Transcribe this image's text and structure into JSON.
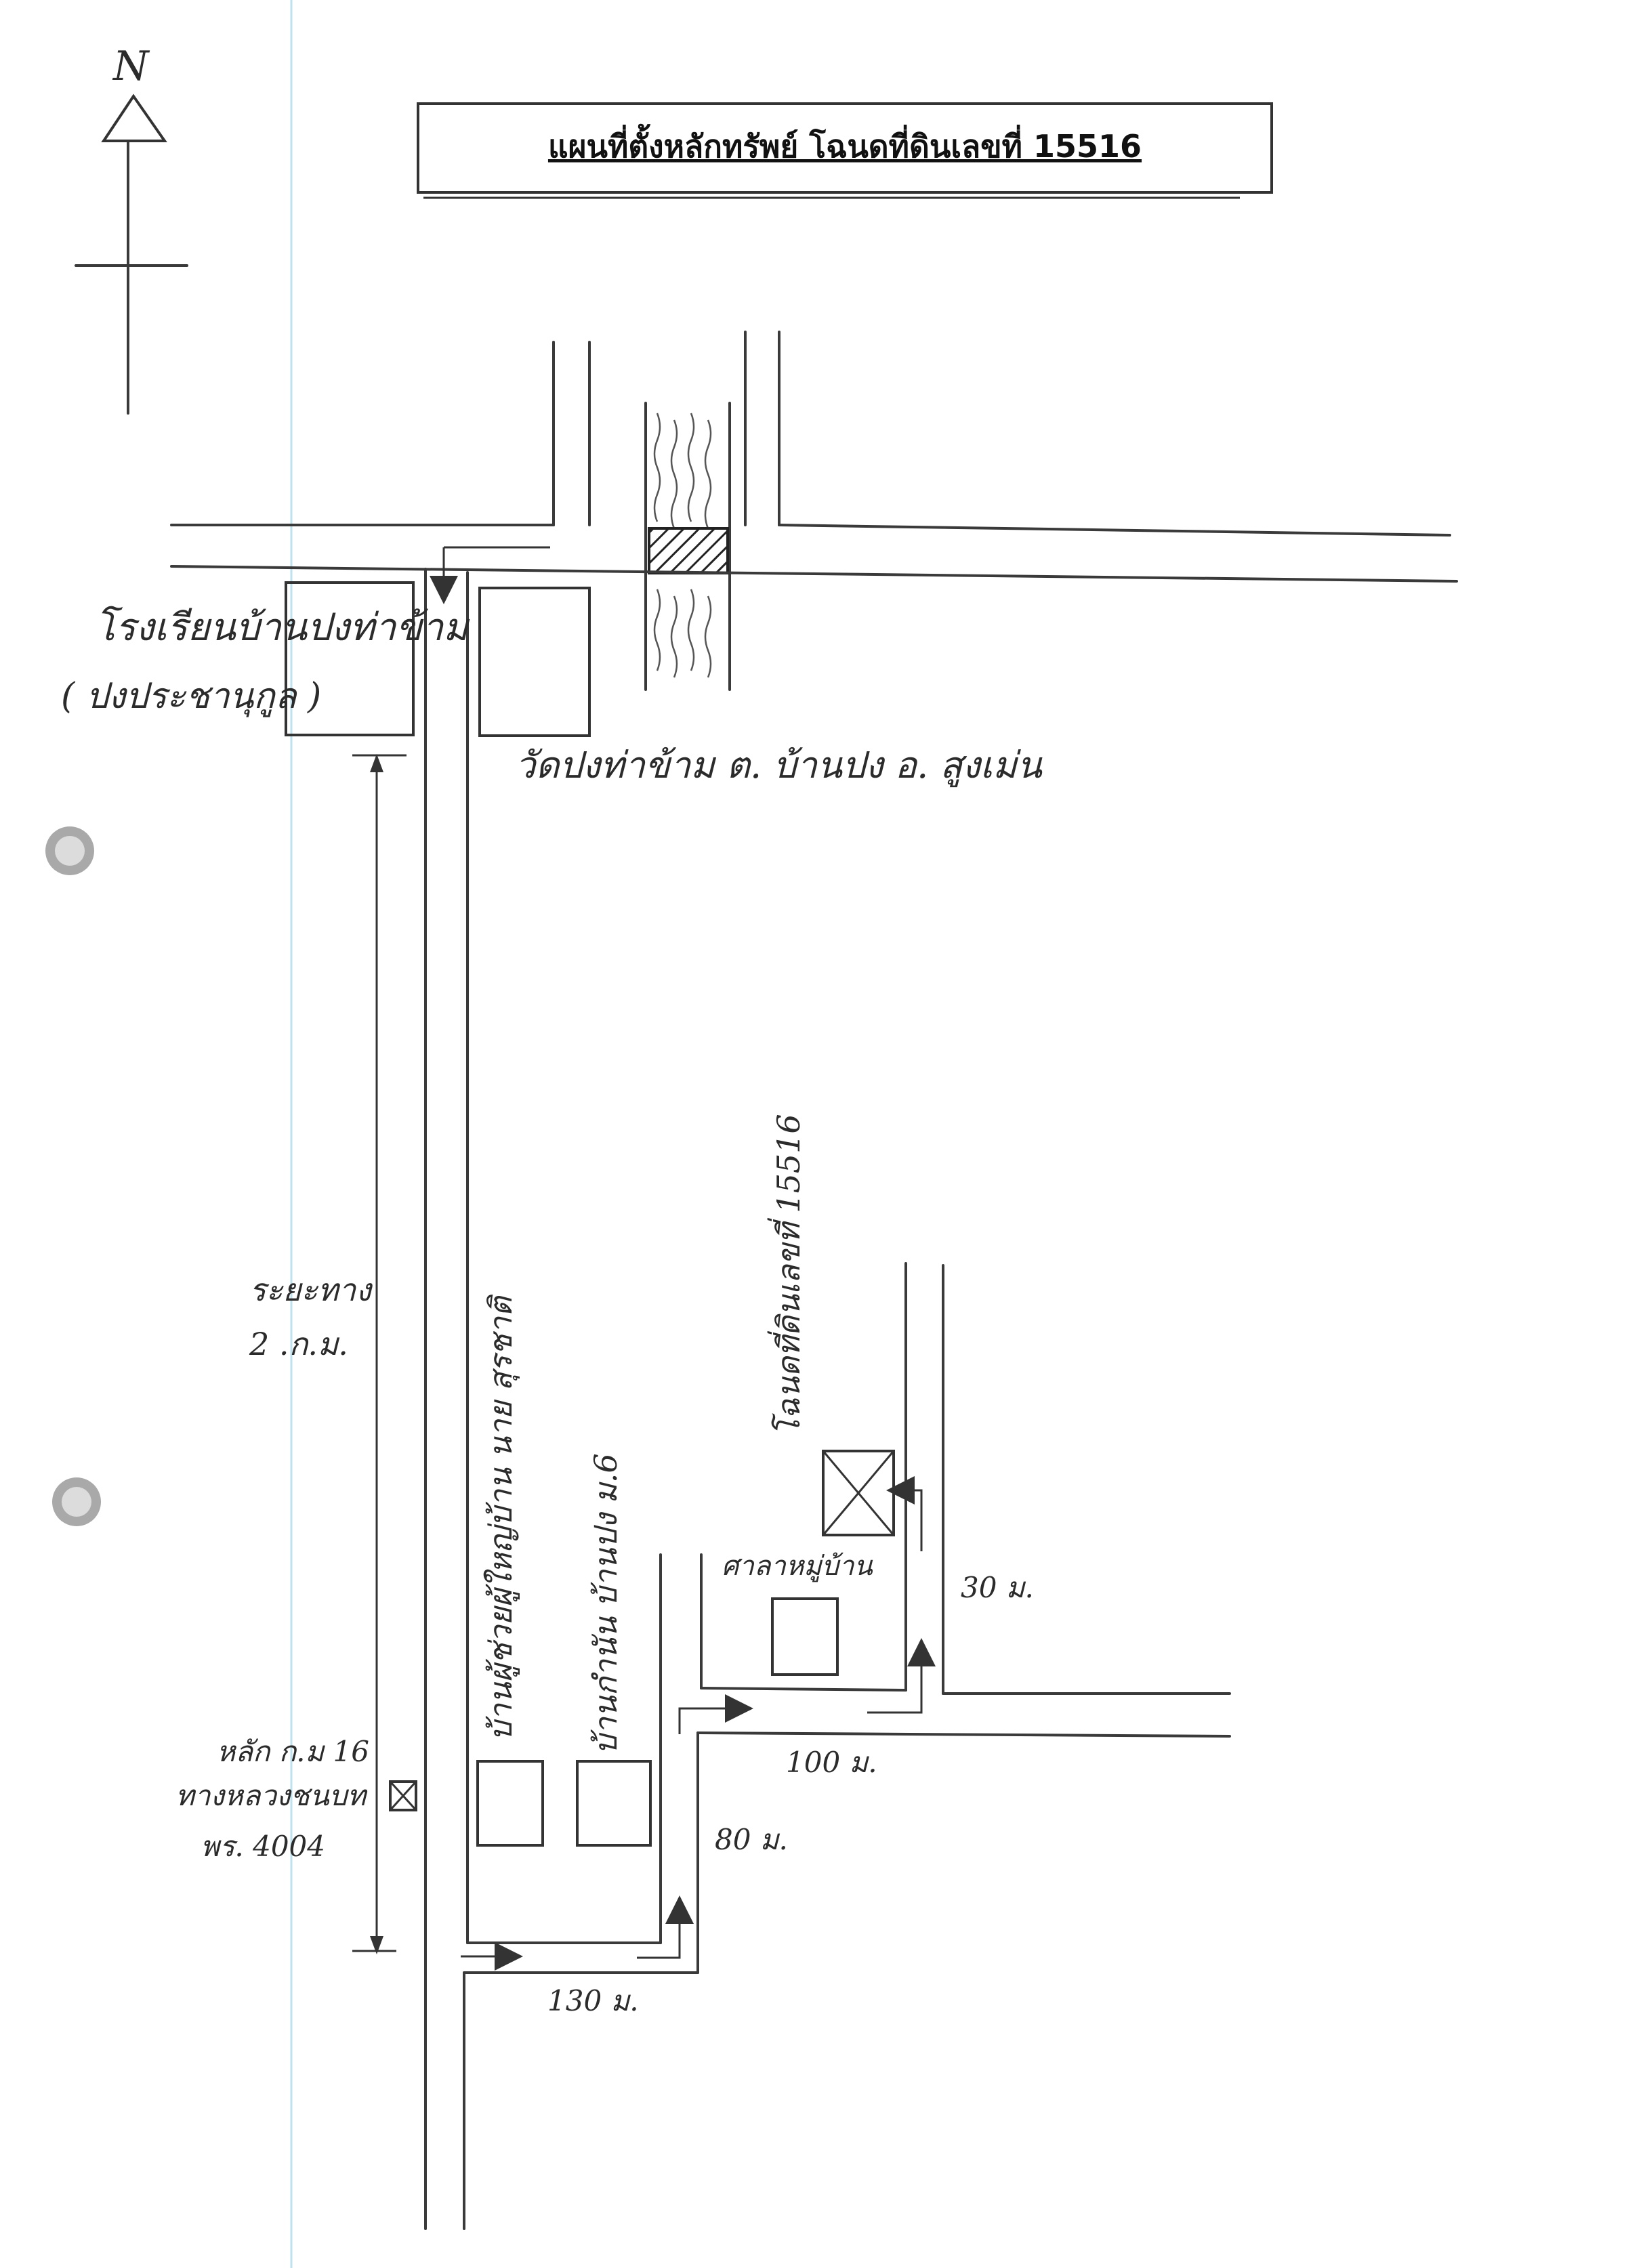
{
  "title": "แผนที่ตั้งหลักทรัพย์  โฉนดที่ดินเลขที่ 15516",
  "compass": "N",
  "labels": {
    "school_line1": "โรงเรียนบ้านปงท่าข้าม",
    "school_line2": "( ปงประชานุกูล )",
    "temple": "วัดปงท่าข้าม ต. บ้านปง อ. สูงเม่น",
    "distance_line1": "ระยะทาง",
    "distance_line2": "2 .ก.ม.",
    "km_post_line1": "หลัก ก.ม 16",
    "km_post_line2": "ทางหลวงชนบท",
    "km_post_line3": "พร. 4004",
    "house_village_head": "บ้านผู้ช่วยผู้ใหญ่บ้าน นาย สุรชาติ",
    "house_kamnan": "บ้านกำนัน  บ้านปง ม.6",
    "deed_vertical": "โฉนดที่ดินเลขที่ 15516",
    "village_hall": "ศาลาหมู่บ้าน",
    "dist_30": "30 ม.",
    "dist_100": "100 ม.",
    "dist_80": "80 ม.",
    "dist_130": "130 ม."
  }
}
